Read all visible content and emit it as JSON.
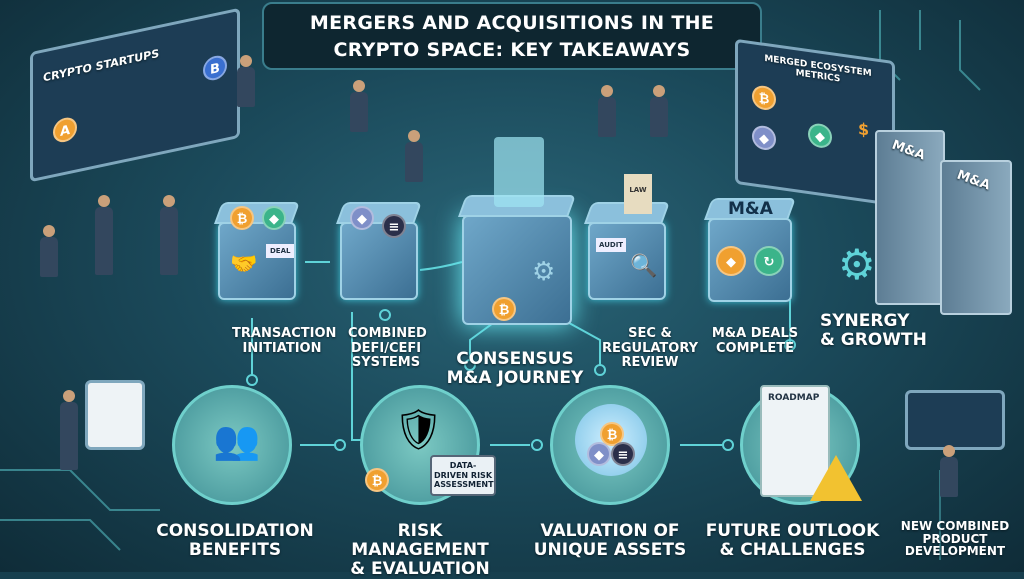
{
  "title": {
    "line1": "MERGERS AND ACQUISITIONS IN THE",
    "line2": "CRYPTO SPACE: KEY TAKEAWAYS"
  },
  "top_left_screen": {
    "label": "CRYPTO STARTUPS",
    "badge_a": "A",
    "badge_b": "B"
  },
  "top_right_screen": {
    "label": "MERGED ECOSYSTEM METRICS"
  },
  "servers": [
    "M&A",
    "M&A"
  ],
  "cube_texts": {
    "deal": "DEAL",
    "audit": "AUDIT",
    "law": "LAW",
    "ma": "M&A"
  },
  "journey_steps": [
    {
      "label": "TRANSACTION INITIATION"
    },
    {
      "label": "COMBINED DEFI/CEFI SYSTEMS"
    },
    {
      "label": "SEC & REGULATORY REVIEW"
    },
    {
      "label": "M&A DEALS COMPLETE"
    },
    {
      "label": "SYNERGY & GROWTH"
    }
  ],
  "center": {
    "line1": "CONSENSUS",
    "line2": "M&A JOURNEY"
  },
  "risk_card": "DATA-DRIVEN RISK ASSESSMENT",
  "roadmap_label": "ROADMAP",
  "takeaways": [
    {
      "line1": "CONSOLIDATION",
      "line2": "BENEFITS"
    },
    {
      "line1": "RISK MANAGEMENT",
      "line2": "& EVALUATION"
    },
    {
      "line1": "VALUATION OF",
      "line2": "UNIQUE ASSETS"
    },
    {
      "line1": "FUTURE OUTLOOK",
      "line2": "& CHALLENGES"
    }
  ],
  "new_product": {
    "line1": "NEW COMBINED",
    "line2": "PRODUCT",
    "line3": "DEVELOPMENT"
  },
  "colors": {
    "background": "#1b4a5b",
    "accent": "#5fd3d8",
    "bitcoin": "#f0a030",
    "warning": "#f2c230"
  }
}
